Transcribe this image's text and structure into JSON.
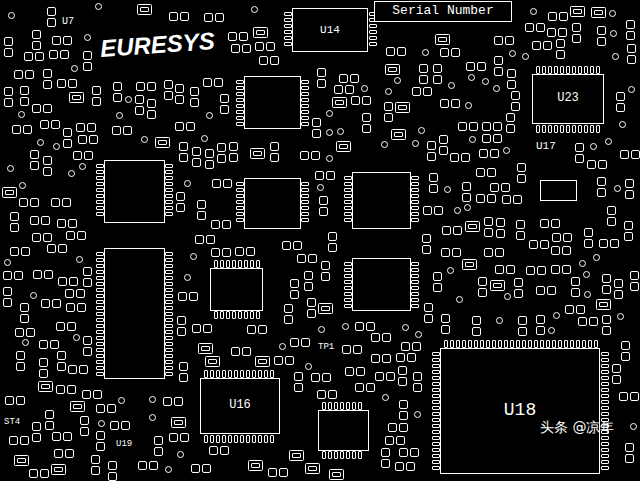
{
  "diagram": {
    "nodes": [
      {
        "text": [
          "Serial Number"
        ]
      },
      {
        "text": [
          "U14"
        ]
      },
      {
        "text": [
          "U23"
        ]
      },
      {
        "text": [
          "U16"
        ]
      },
      {
        "text": [
          "U18"
        ]
      }
    ],
    "labels": [
      "EURESYS",
      "U7",
      "U17",
      "TP1",
      "U19",
      "ST4",
      "头条 @凉年"
    ]
  }
}
